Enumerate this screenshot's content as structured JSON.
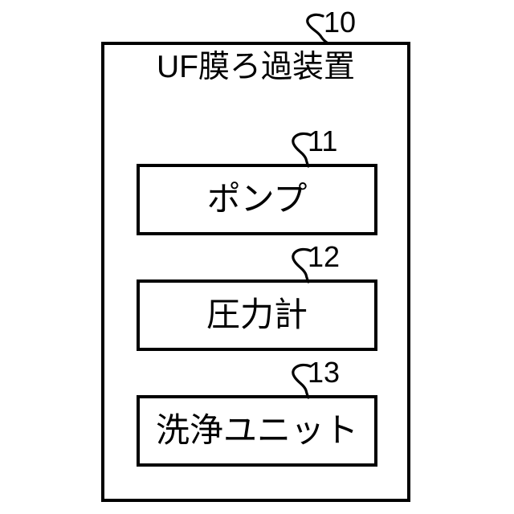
{
  "figure": {
    "background_color": "#ffffff",
    "line_color": "#000000",
    "apparatus": {
      "title": "UF膜ろ過装置",
      "ref": "10"
    },
    "components": [
      {
        "label": "ポンプ",
        "ref": "11"
      },
      {
        "label": "圧力計",
        "ref": "12"
      },
      {
        "label": "洗浄ユニット",
        "ref": "13"
      }
    ],
    "leaders": [
      {
        "name": "leader-to-apparatus-frame",
        "ref": "10"
      },
      {
        "name": "leader-to-pump-box",
        "ref": "11"
      },
      {
        "name": "leader-to-gauge-box",
        "ref": "12"
      },
      {
        "name": "leader-to-cleaning-box",
        "ref": "13"
      }
    ]
  }
}
